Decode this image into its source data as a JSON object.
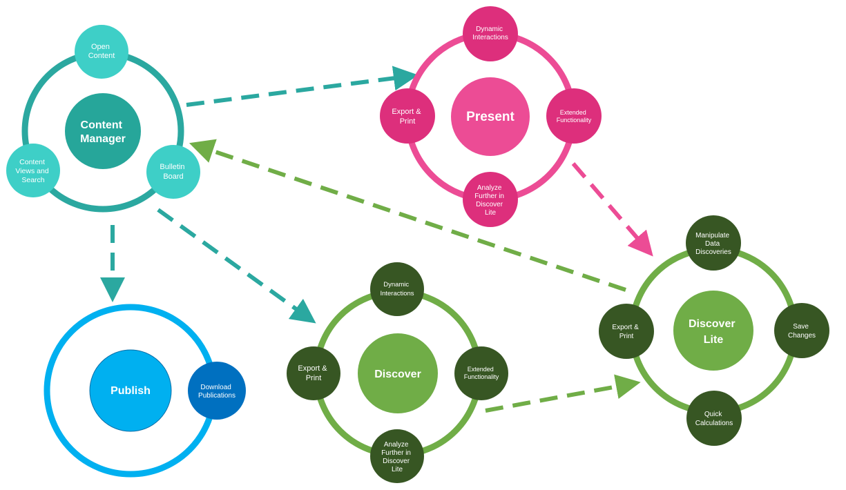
{
  "diagram": {
    "colors": {
      "content_teal": "#2BA8A0",
      "content_hub": "#26A69A",
      "content_node": "#3ECFC7",
      "present_pink": "#EC4C95",
      "present_node": "#DD2F7C",
      "discover_green": "#70AD47",
      "discover_node": "#375623",
      "publish_blue": "#00B0F0",
      "publish_node": "#0070C0"
    },
    "content_manager": {
      "hub_line1": "Content",
      "hub_line2": "Manager",
      "nodes": {
        "open_content": [
          "Open",
          "Content"
        ],
        "content_views": [
          "Content",
          "Views and",
          "Search"
        ],
        "bulletin_board": [
          "Bulletin",
          "Board"
        ]
      }
    },
    "present": {
      "hub": "Present",
      "nodes": {
        "dynamic_interactions": [
          "Dynamic",
          "Interactions"
        ],
        "export_print": [
          "Export  &",
          "Print"
        ],
        "extended_functionality": [
          "Extended",
          "Functionality"
        ],
        "analyze_further": [
          "Analyze",
          "Further in",
          "Discover",
          "Lite"
        ]
      }
    },
    "publish": {
      "hub": "Publish",
      "nodes": {
        "download_publications": [
          "Download",
          "Publications"
        ]
      }
    },
    "discover": {
      "hub": "Discover",
      "nodes": {
        "dynamic_interactions": [
          "Dynamic",
          "Interactions"
        ],
        "export_print": [
          "Export  &",
          "Print"
        ],
        "extended_functionality": [
          "Extended",
          "Functionality"
        ],
        "analyze_further": [
          "Analyze",
          "Further in",
          "Discover",
          "Lite"
        ]
      }
    },
    "discover_lite": {
      "hub_line1": "Discover",
      "hub_line2": "Lite",
      "nodes": {
        "manipulate": [
          "Manipulate",
          "Data",
          "Discoveries"
        ],
        "export_print": [
          "Export  &",
          "Print"
        ],
        "save_changes": [
          "Save",
          "Changes"
        ],
        "quick_calculations": [
          "Quick",
          "Calculations"
        ]
      }
    }
  }
}
